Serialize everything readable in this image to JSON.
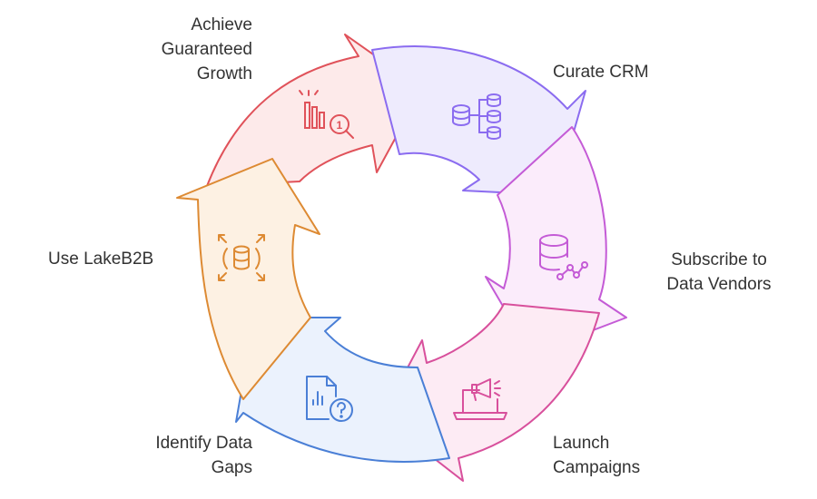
{
  "diagram": {
    "type": "cycle",
    "steps": [
      {
        "id": "curate",
        "label": "Curate CRM",
        "icon": "database-hierarchy-icon",
        "color": "#8b6cf0",
        "fill": "#eeebfd"
      },
      {
        "id": "subscribe",
        "label": "Subscribe to\nData Vendors",
        "icon": "database-network-icon",
        "color": "#c45bd6",
        "fill": "#fbecfb"
      },
      {
        "id": "launch",
        "label": "Launch\nCampaigns",
        "icon": "megaphone-laptop-icon",
        "color": "#d8509c",
        "fill": "#fdebf4"
      },
      {
        "id": "identify",
        "label": "Identify Data\nGaps",
        "icon": "document-chart-question-icon",
        "color": "#4a7fd6",
        "fill": "#ebf2fd"
      },
      {
        "id": "use",
        "label": "Use LakeB2B",
        "icon": "database-expand-icon",
        "color": "#dd8a33",
        "fill": "#fdf1e3"
      },
      {
        "id": "achieve",
        "label": "Achieve\nGuaranteed\nGrowth",
        "icon": "chart-magnify-one-icon",
        "color": "#e0525a",
        "fill": "#fdeaea"
      }
    ]
  }
}
